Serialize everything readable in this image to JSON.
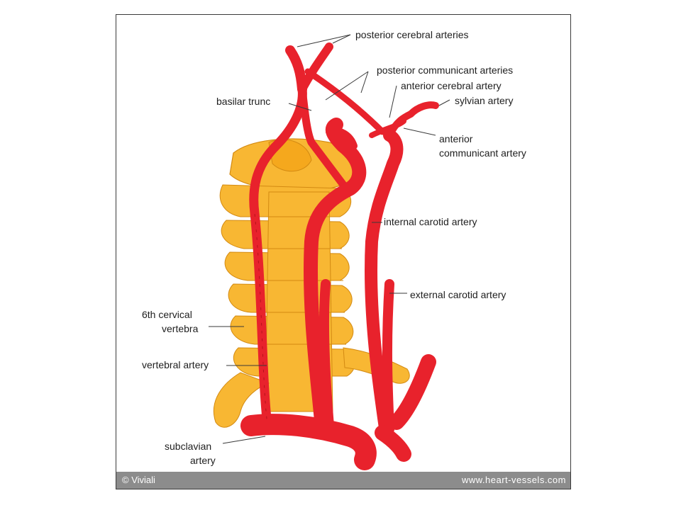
{
  "labels": {
    "posterior_cerebral": "posterior cerebral arteries",
    "posterior_communicant": "posterior communicant arteries",
    "anterior_cerebral": "anterior cerebral artery",
    "basilar": "basilar trunc",
    "sylvian": "sylvian artery",
    "anterior_communicant_1": "anterior",
    "anterior_communicant_2": "communicant artery",
    "internal_carotid": "internal carotid artery",
    "external_carotid": "external carotid artery",
    "vertebra_1": "6th cervical",
    "vertebra_2": "vertebra",
    "vertebral": "vertebral artery",
    "subclavian_1": "subclavian",
    "subclavian_2": "artery"
  },
  "footer": {
    "copyright": "© Viviali",
    "site": "www.heart-vessels.com"
  },
  "colors": {
    "artery": "#e8222c",
    "artery_dark": "#b5131b",
    "bone": "#f8b733",
    "bone_dark": "#d38a12",
    "footer": "#8c8c8c"
  }
}
